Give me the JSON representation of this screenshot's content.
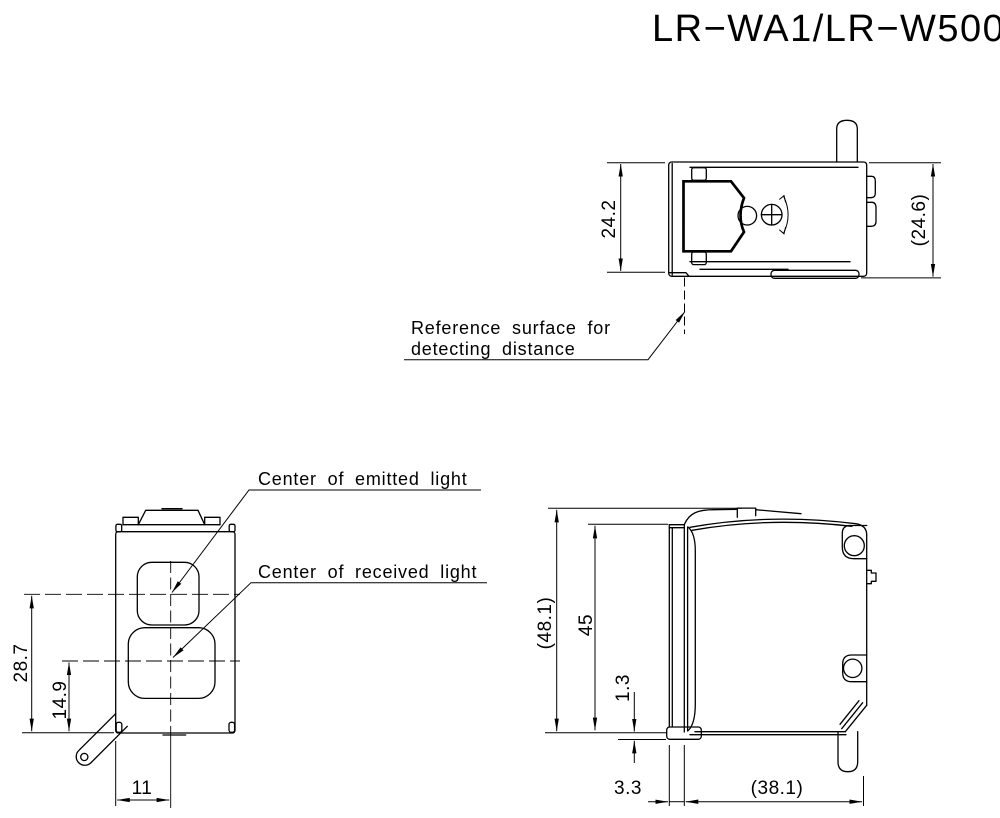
{
  "title": "LR−WA1/LR−W500",
  "top_view": {
    "dim_front_height": "24.2",
    "dim_overall_height": "(24.6)",
    "note_line1": "Reference surface for",
    "note_line2": "detecting distance"
  },
  "front_view": {
    "label_emitted": "Center of emitted light",
    "label_received": "Center of received light",
    "dim_emitted_height": "28.7",
    "dim_received_height": "14.9",
    "dim_lens_offset": "11"
  },
  "side_view": {
    "dim_overall_height": "(48.1)",
    "dim_body_height": "45",
    "dim_base_offset": "1.3",
    "dim_flange_depth": "3.3",
    "dim_body_depth": "(38.1)"
  }
}
